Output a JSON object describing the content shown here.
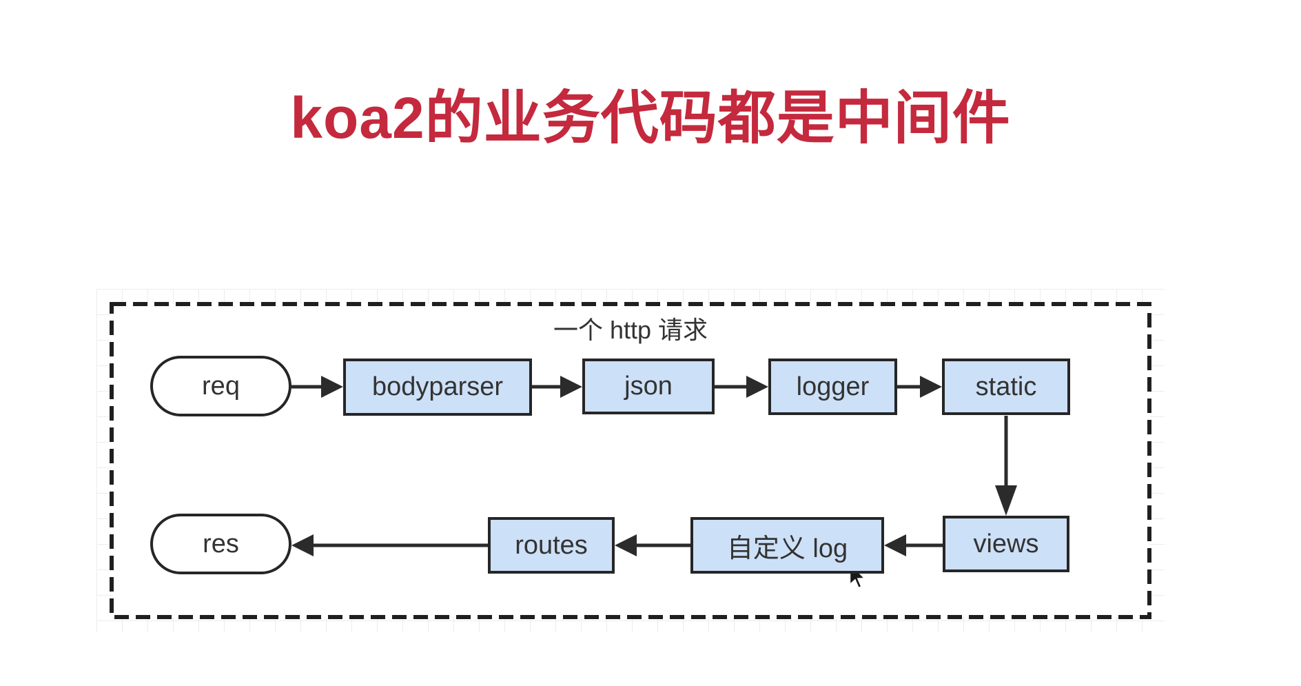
{
  "title": {
    "text": "koa2的业务代码都是中间件",
    "color": "#c4293d"
  },
  "diagram": {
    "caption": "一个 http 请求",
    "nodes": {
      "req": "req",
      "bodyparser": "bodyparser",
      "json": "json",
      "logger": "logger",
      "static": "static",
      "views": "views",
      "custom_log": "自定义 log",
      "routes": "routes",
      "res": "res"
    },
    "edges": [
      [
        "req",
        "bodyparser"
      ],
      [
        "bodyparser",
        "json"
      ],
      [
        "json",
        "logger"
      ],
      [
        "logger",
        "static"
      ],
      [
        "static",
        "views"
      ],
      [
        "views",
        "custom_log"
      ],
      [
        "custom_log",
        "routes"
      ],
      [
        "routes",
        "res"
      ]
    ],
    "colors": {
      "node_fill": "#cce0f7",
      "node_border": "#262626",
      "arrow": "#2b2b2b",
      "dashed_border": "#1f1f1f",
      "text": "#333333",
      "grid": "#ececec",
      "title_red": "#c4293d"
    }
  },
  "cursor": {
    "type": "arrow-pointer"
  }
}
